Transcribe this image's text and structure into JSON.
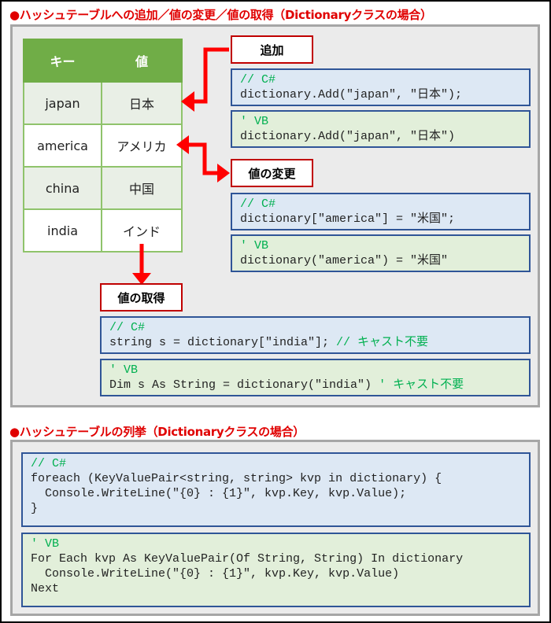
{
  "section1": {
    "heading": "●ハッシュテーブルへの追加／値の変更／値の取得（Dictionaryクラスの場合）",
    "table": {
      "headers": [
        "キー",
        "値"
      ],
      "rows": [
        {
          "key": "japan",
          "value": "日本"
        },
        {
          "key": "america",
          "value": "アメリカ"
        },
        {
          "key": "china",
          "value": "中国"
        },
        {
          "key": "india",
          "value": "インド"
        }
      ]
    },
    "add": {
      "label": "追加",
      "cs_comment": "// C#",
      "cs_code": "dictionary.Add(\"japan\", \"日本\");",
      "vb_comment": "' VB",
      "vb_code": "dictionary.Add(\"japan\", \"日本\")"
    },
    "change": {
      "label": "値の変更",
      "cs_comment": "// C#",
      "cs_code": "dictionary[\"america\"] = \"米国\";",
      "vb_comment": "' VB",
      "vb_code": "dictionary(\"america\") = \"米国\""
    },
    "get": {
      "label": "値の取得",
      "cs_comment": "// C#",
      "cs_code": "string s = dictionary[\"india\"];",
      "cs_trailing_comment": " // キャスト不要",
      "vb_comment": "' VB",
      "vb_code": "Dim s As String = dictionary(\"india\")",
      "vb_trailing_comment": " ' キャスト不要"
    }
  },
  "section2": {
    "heading": "●ハッシュテーブルの列挙（Dictionaryクラスの場合）",
    "cs_comment": "// C#",
    "cs_lines": [
      "foreach (KeyValuePair<string, string> kvp in dictionary) {",
      "  Console.WriteLine(\"{0} : {1}\", kvp.Key, kvp.Value);",
      "}"
    ],
    "vb_comment": "' VB",
    "vb_lines": [
      "For Each kvp As KeyValuePair(Of String, String) In dictionary",
      "  Console.WriteLine(\"{0} : {1}\", kvp.Key, kvp.Value)",
      "Next"
    ]
  },
  "colors": {
    "heading": "#e00000",
    "table_header": "#70ad47",
    "arrow": "#ff0000",
    "label_border": "#c00000",
    "cs_bg": "#dde8f4",
    "vb_bg": "#e2efda",
    "code_border": "#2f5597",
    "comment": "#00b050"
  }
}
